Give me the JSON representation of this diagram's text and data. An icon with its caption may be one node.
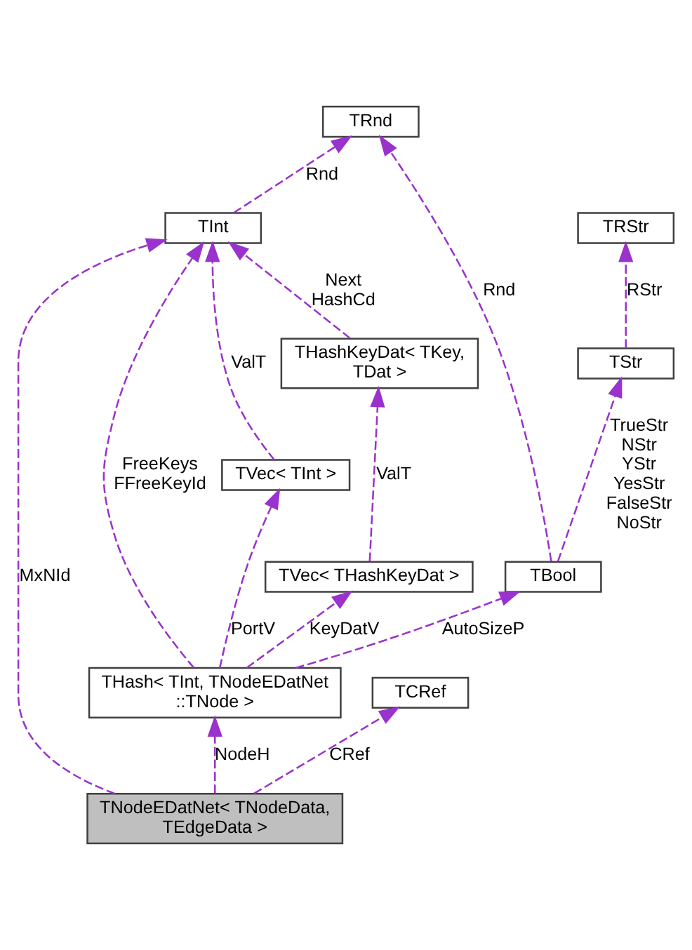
{
  "diagram": {
    "nodes": [
      {
        "text": [
          "TRnd"
        ]
      },
      {
        "text": [
          "TInt"
        ]
      },
      {
        "text": [
          "TRStr"
        ]
      },
      {
        "text": [
          "THashKeyDat< TKey, TDat >"
        ]
      },
      {
        "text": [
          "TStr"
        ]
      },
      {
        "text": [
          "TVec< TInt >"
        ]
      },
      {
        "text": [
          "TVec< THashKeyDat >"
        ]
      },
      {
        "text": [
          "TBool"
        ]
      },
      {
        "text": [
          "THash< TInt, TNodeEDatNet ::TNode >"
        ]
      },
      {
        "text": [
          "TCRef"
        ]
      },
      {
        "text": [
          "TNodeEDatNet< TNodeData, TEdgeData >"
        ]
      }
    ],
    "edges": [
      {
        "from": 1,
        "to": 0,
        "arrow": "to",
        "label": "Rnd",
        "style": "dashed"
      },
      {
        "from": 3,
        "to": 1,
        "arrow": "to",
        "label": "Next HashCd",
        "style": "dashed"
      },
      {
        "from": 5,
        "to": 1,
        "arrow": "to",
        "label": "ValT",
        "style": "dashed"
      },
      {
        "from": 8,
        "to": 1,
        "arrow": "to",
        "label": "FreeKeys FFreeKeyId",
        "style": "dashed"
      },
      {
        "from": 10,
        "to": 1,
        "arrow": "to",
        "label": "MxNId",
        "style": "dashed"
      },
      {
        "from": 7,
        "to": 0,
        "arrow": "to",
        "label": "Rnd",
        "style": "dashed"
      },
      {
        "from": 4,
        "to": 2,
        "arrow": "to",
        "label": "RStr",
        "style": "dashed"
      },
      {
        "from": 7,
        "to": 4,
        "arrow": "to",
        "label": "TrueStr NStr YStr YesStr FalseStr NoStr",
        "style": "dashed"
      },
      {
        "from": 6,
        "to": 3,
        "arrow": "to",
        "label": "ValT",
        "style": "dashed"
      },
      {
        "from": 8,
        "to": 6,
        "arrow": "to",
        "label": "KeyDatV",
        "style": "dashed"
      },
      {
        "from": 8,
        "to": 5,
        "arrow": "to",
        "label": "PortV",
        "style": "dashed"
      },
      {
        "from": 8,
        "to": 7,
        "arrow": "to",
        "label": "AutoSizeP",
        "style": "dashed"
      },
      {
        "from": 10,
        "to": 8,
        "arrow": "to",
        "label": "NodeH",
        "style": "dashed"
      },
      {
        "from": 10,
        "to": 9,
        "arrow": "to",
        "label": "CRef",
        "style": "dashed"
      }
    ]
  }
}
